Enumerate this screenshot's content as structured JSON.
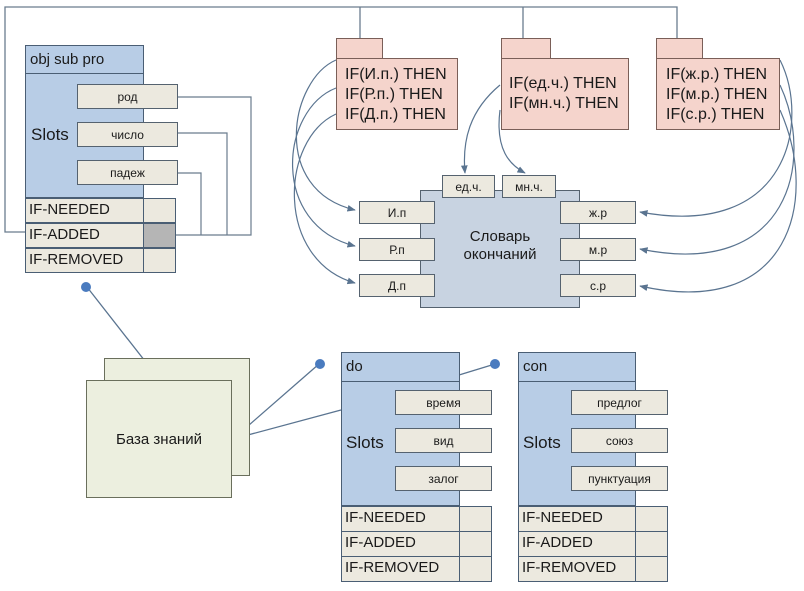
{
  "frames": {
    "obj": {
      "title": "obj sub pro",
      "slots_label": "Slots",
      "slots": [
        "род",
        "число",
        "падеж"
      ],
      "procedures": [
        "IF-NEEDED",
        "IF-ADDED",
        "IF-REMOVED"
      ]
    },
    "do": {
      "title": "do",
      "slots_label": "Slots",
      "slots": [
        "время",
        "вид",
        "залог"
      ],
      "procedures": [
        "IF-NEEDED",
        "IF-ADDED",
        "IF-REMOVED"
      ]
    },
    "con": {
      "title": "con",
      "slots_label": "Slots",
      "slots": [
        "предлог",
        "союз",
        "пунктуация"
      ],
      "procedures": [
        "IF-NEEDED",
        "IF-ADDED",
        "IF-REMOVED"
      ]
    }
  },
  "rules": {
    "case": [
      "IF(И.п.) THEN",
      "IF(Р.п.) THEN",
      "IF(Д.п.) THEN"
    ],
    "number": [
      "IF(ед.ч.) THEN",
      "IF(мн.ч.) THEN"
    ],
    "gender": [
      "IF(ж.р.) THEN",
      "IF(м.р.) THEN",
      "IF(с.р.) THEN"
    ]
  },
  "dictionary": {
    "title_line1": "Словарь",
    "title_line2": "окончаний",
    "top_ports": [
      "ед.ч.",
      "мн.ч."
    ],
    "left_ports": [
      "И.п",
      "Р.п",
      "Д.п"
    ],
    "right_ports": [
      "ж.р",
      "м.р",
      "с.р"
    ]
  },
  "knowledge_base": {
    "label": "База знаний"
  },
  "colors": {
    "frame_blue": "#b8cde6",
    "slot_beige": "#ece9df",
    "rule_pink": "#f5d4cc",
    "dict_gray": "#c8d3e1",
    "kb_green": "#ecefdf",
    "connector": "#5a7490",
    "dot": "#4a7bbf"
  }
}
